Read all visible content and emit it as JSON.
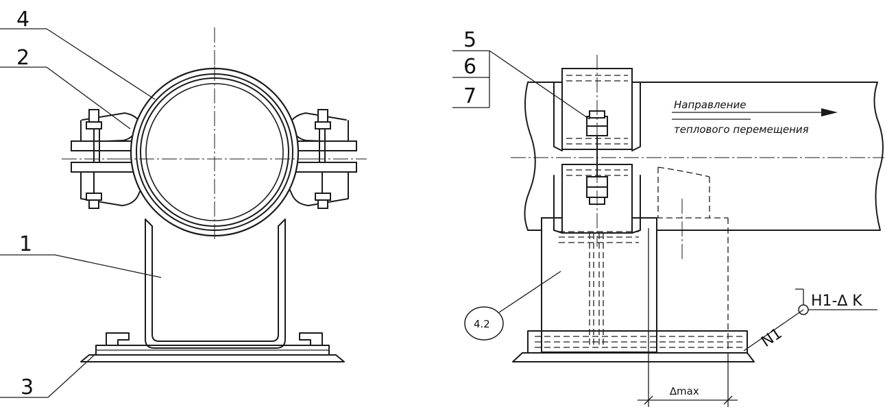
{
  "left_view": {
    "labels": {
      "part_4": "4",
      "part_2": "2",
      "part_1": "1",
      "part_3": "3"
    }
  },
  "right_view": {
    "labels": {
      "part_5": "5",
      "part_6": "6",
      "part_7": "7",
      "detail_ref": "4.2"
    },
    "direction_note": {
      "line1": "Направление",
      "line2": "теплового перемещения"
    },
    "weld": {
      "mark": "N1",
      "size": "H1-∆ K"
    },
    "dimension": "∆max"
  }
}
